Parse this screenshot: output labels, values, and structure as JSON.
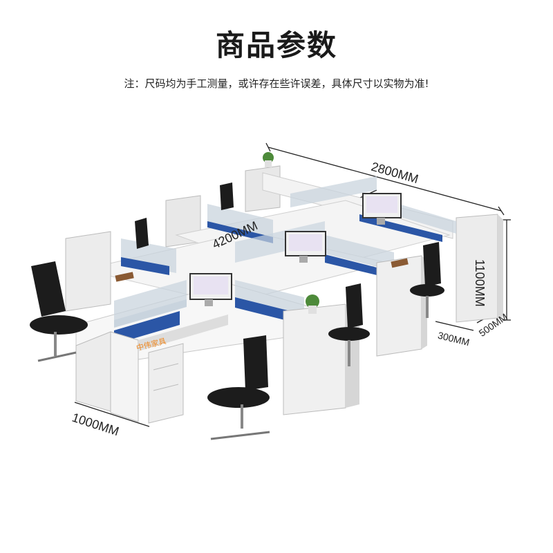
{
  "title": "商品参数",
  "note": "注：尺码均为手工测量，或许存在些许误差，具体尺寸以实物为准!",
  "dimensions": {
    "length": "2800MM",
    "width": "4200MM",
    "height": "1100MM",
    "cabinet_depth": "500MM",
    "side_width": "300MM",
    "desk_depth": "1000MM"
  },
  "brand_text": "中伟家具",
  "colors": {
    "panel_blue": "#2b56a6",
    "desk_white": "#f2f2f2",
    "chair_black": "#1c1c1c"
  }
}
